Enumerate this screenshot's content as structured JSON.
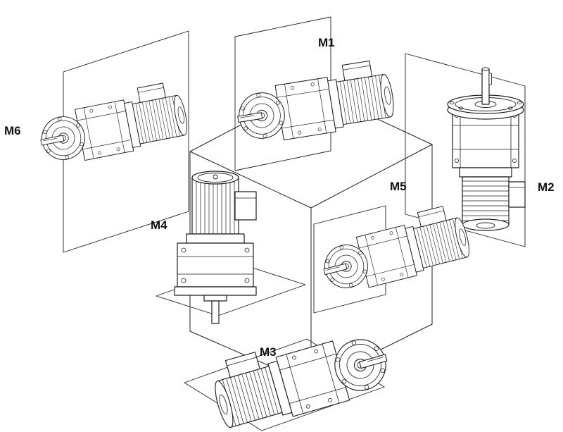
{
  "diagram": {
    "background_color": "#ffffff",
    "line_color": "#1f1f1f",
    "label_color": "#111111",
    "labels": {
      "m1": "M1",
      "m2": "M2",
      "m3": "M3",
      "m4": "M4",
      "m5": "M5",
      "m6": "M6"
    }
  }
}
